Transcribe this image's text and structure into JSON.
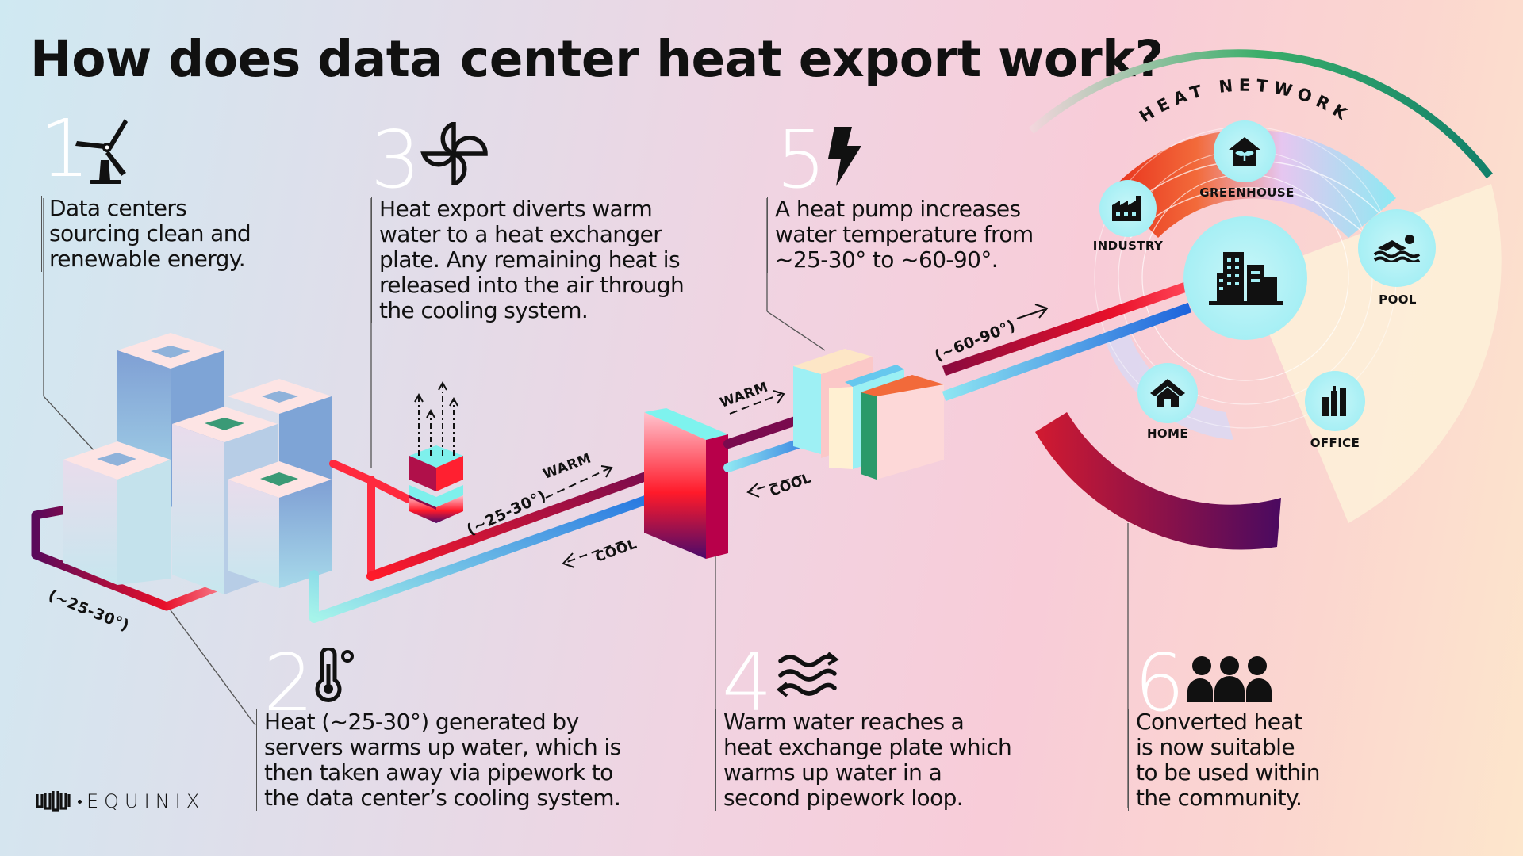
{
  "title": "How does data center heat export work?",
  "steps": [
    {
      "num": "1",
      "icon": "wind-turbine-icon",
      "text": "Data centers\nsourcing clean and\nrenewable energy."
    },
    {
      "num": "2",
      "icon": "thermometer-icon",
      "text": "Heat (~25-30°) generated by\nservers warms up water, which is\nthen taken away via pipework to\nthe data center’s cooling system."
    },
    {
      "num": "3",
      "icon": "fan-icon",
      "text": "Heat export diverts warm\nwater to a heat exchanger\nplate. Any remaining heat is\nreleased into the air through\nthe cooling system."
    },
    {
      "num": "4",
      "icon": "water-waves-icon",
      "text": "Warm water reaches a\nheat exchange plate which\nwarms up water in a\nsecond pipework loop."
    },
    {
      "num": "5",
      "icon": "lightning-bolt-icon",
      "text": "A heat pump increases\nwater temperature from\n~25-30° to ~60-90°."
    },
    {
      "num": "6",
      "icon": "people-group-icon",
      "text": "Converted heat\nis now suitable\nto be used within\nthe community."
    }
  ],
  "pipe_labels": {
    "loop_temp": "(~25-30°)",
    "warm_1_temp": "(~25-30°)",
    "warm_1": "WARM",
    "cool_1": "COOL",
    "warm_2": "WARM",
    "cool_2": "COOL",
    "hot_temp": "(~60-90°)"
  },
  "heat_network": {
    "title": "HEAT NETWORK",
    "nodes": [
      {
        "label": "INDUSTRY",
        "icon": "factory-icon"
      },
      {
        "label": "GREENHOUSE",
        "icon": "greenhouse-icon"
      },
      {
        "label": "POOL",
        "icon": "swimmer-icon"
      },
      {
        "label": "HOME",
        "icon": "house-icon"
      },
      {
        "label": "OFFICE",
        "icon": "office-icon"
      }
    ],
    "center_icon": "city-buildings-icon"
  },
  "brand": {
    "name": "EQUINIX"
  },
  "colors": {
    "warm": "#e8102a",
    "warm_dark": "#7a0a4a",
    "cool": "#1e6fe0",
    "cool_light": "#8eeaf0",
    "node": "#a3eff5",
    "ring_green": "#1f9a6a"
  }
}
